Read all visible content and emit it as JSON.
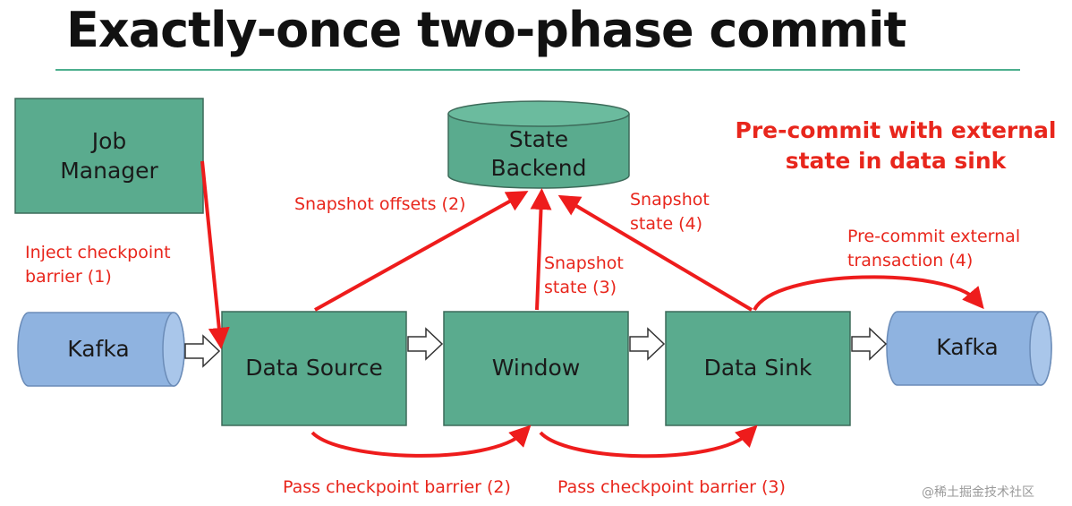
{
  "title": "Exactly-once two-phase commit",
  "nodes": {
    "job_manager": [
      "Job",
      "Manager"
    ],
    "state_backend": [
      "State",
      "Backend"
    ],
    "kafka_in": "Kafka",
    "data_source": "Data Source",
    "window": "Window",
    "data_sink": "Data Sink",
    "kafka_out": "Kafka"
  },
  "annotations": {
    "inject": [
      "Inject checkpoint",
      "barrier (1)"
    ],
    "snapshot_offsets": "Snapshot offsets (2)",
    "snapshot_state_3": [
      "Snapshot",
      "state (3)"
    ],
    "snapshot_state_4": [
      "Snapshot",
      "state (4)"
    ],
    "pre_commit": [
      "Pre-commit external",
      "transaction (4)"
    ],
    "pass_2": "Pass checkpoint barrier (2)",
    "pass_3": "Pass checkpoint barrier (3)",
    "highlight": [
      "Pre-commit with external",
      "state in data sink"
    ]
  },
  "watermark": "@稀土掘金技术社区",
  "colors": {
    "node": "#5aab8e",
    "kafka": "#8fb3e0",
    "arrow": "#ee1c1c",
    "rule": "#4caf8e"
  }
}
